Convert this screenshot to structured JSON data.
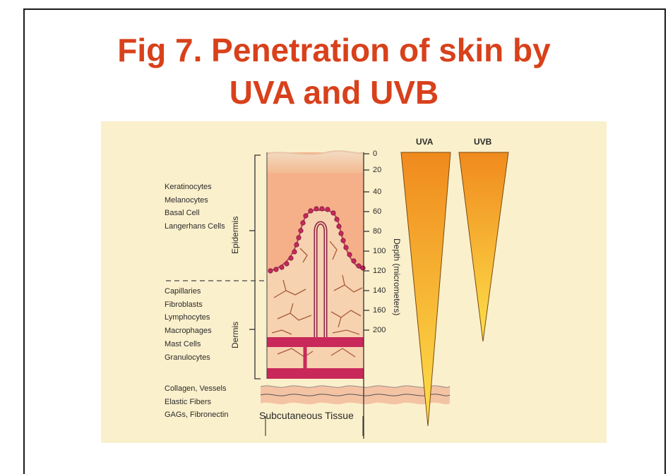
{
  "title": {
    "line1": "Fig 7. Penetration of skin by",
    "line2": "UVA and UVB"
  },
  "figure": {
    "epidermis_cells": [
      "Keratinocytes",
      "Melanocytes",
      "Basal Cell",
      "Langerhans Cells"
    ],
    "dermis_cells": [
      "Capillaries",
      "Fibroblasts",
      "Lymphocytes",
      "Macrophages",
      "Mast Cells",
      "Granulocytes"
    ],
    "matrix_components": [
      "Collagen, Vessels",
      "Elastic Fibers",
      "GAGs, Fibronectin"
    ],
    "layer_labels": {
      "epidermis": "Epidermis",
      "dermis": "Dermis",
      "subcutaneous": "Subcutaneous Tissue"
    },
    "depth_axis": {
      "label": "Depth (micrometers)",
      "ticks": [
        "0",
        "20",
        "40",
        "60",
        "80",
        "100",
        "120",
        "140",
        "160",
        "200"
      ]
    },
    "uv": {
      "uva_label": "UVA",
      "uvb_label": "UVB",
      "gradient_top": "#f08a1e",
      "gradient_bottom": "#fde04a"
    },
    "colors": {
      "background": "#fbf0cc",
      "title": "#d8411b",
      "epidermis": "#f5b08a",
      "dermis": "#f6d2b0",
      "vessel": "#c8285a"
    }
  }
}
